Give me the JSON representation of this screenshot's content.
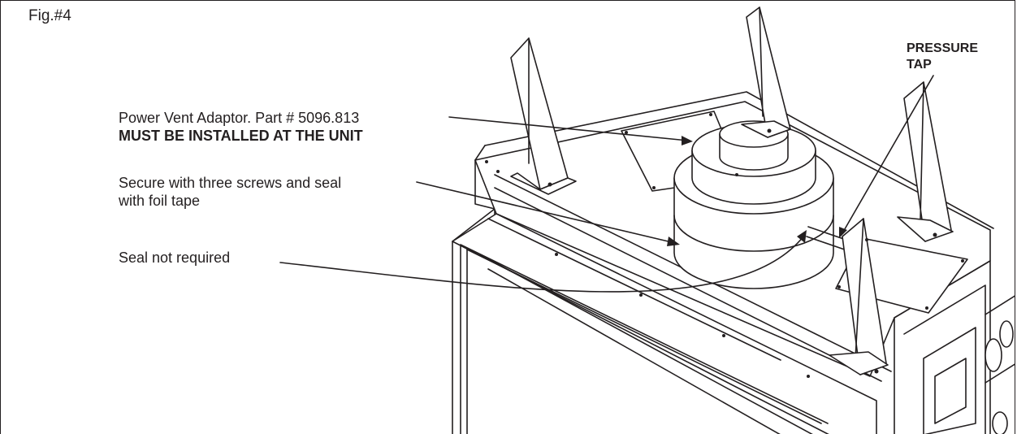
{
  "figure": {
    "label": "Fig.#4",
    "callouts": {
      "adaptor_line1": "Power Vent Adaptor. Part # 5096.813",
      "adaptor_line2": "MUST BE INSTALLED AT THE UNIT",
      "secure_line1": "Secure with three screws and seal",
      "secure_line2": "with foil tape",
      "seal": "Seal not required",
      "pressure_line1": "PRESSURE",
      "pressure_line2": "TAP"
    }
  },
  "colors": {
    "ink": "#231f20",
    "paper": "#ffffff"
  }
}
